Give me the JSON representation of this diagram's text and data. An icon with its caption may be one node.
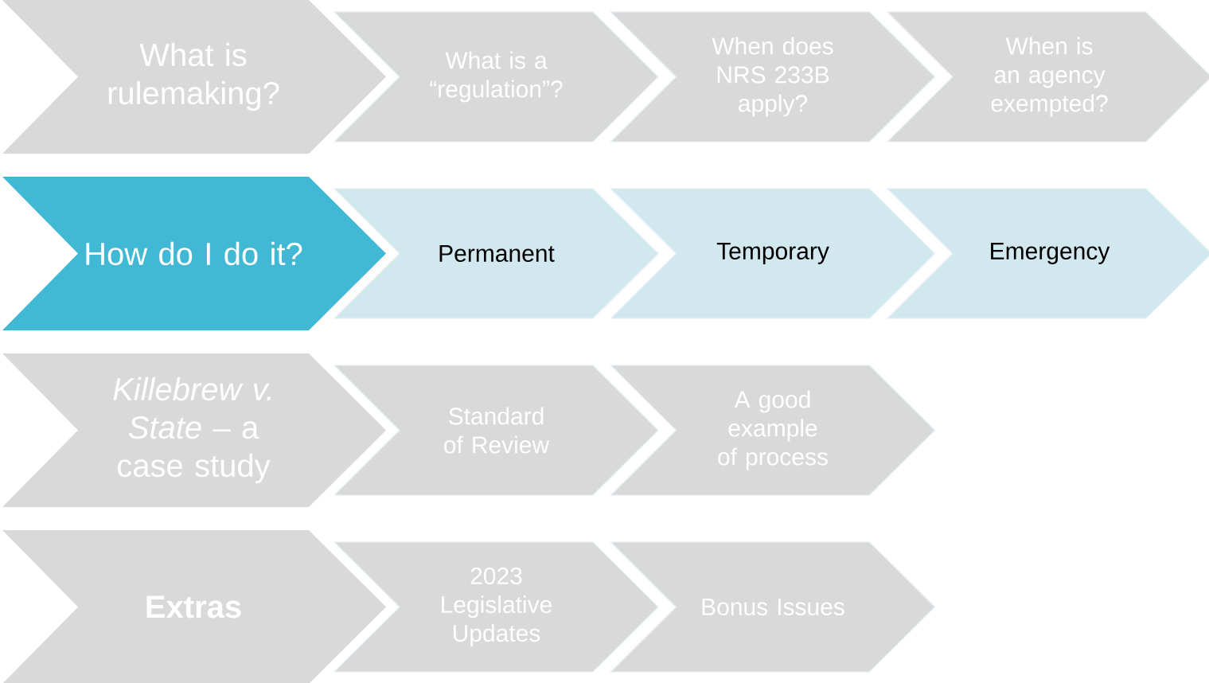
{
  "diagram": {
    "nodes": [
      {
        "text": [
          "What is rulemaking?"
        ]
      },
      {
        "text": [
          "What is a “regulation”?"
        ]
      },
      {
        "text": [
          "When does NRS 233B apply?"
        ]
      },
      {
        "text": [
          "When is an agency exempted?"
        ]
      },
      {
        "text": [
          "How do I do it?"
        ]
      },
      {
        "text": [
          "Permanent"
        ]
      },
      {
        "text": [
          "Temporary"
        ]
      },
      {
        "text": [
          "Emergency"
        ]
      },
      {
        "text": [
          "*Killebrew v. State* – a case study"
        ]
      },
      {
        "text": [
          "Standard of Review"
        ]
      },
      {
        "text": [
          "A good example of process"
        ]
      },
      {
        "text": [
          "Extras"
        ]
      },
      {
        "text": [
          "2023 Legislative Updates"
        ]
      },
      {
        "text": [
          "Bonus Issues"
        ]
      }
    ]
  }
}
